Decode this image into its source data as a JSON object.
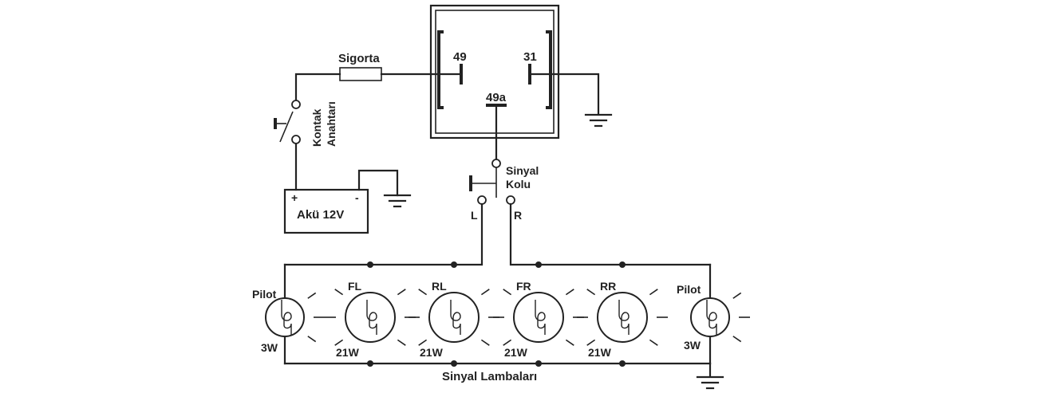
{
  "flasher": {
    "term_49": "49",
    "term_31": "31",
    "term_49a": "49a"
  },
  "fuse": {
    "label": "Sigorta"
  },
  "ignition_switch": {
    "label_line1": "Kontak",
    "label_line2": "Anahtarı"
  },
  "battery": {
    "label": "Akü 12V",
    "plus": "+",
    "minus": "-"
  },
  "signal_switch": {
    "label_line1": "Sinyal",
    "label_line2": "Kolu",
    "left": "L",
    "right": "R"
  },
  "lamps": [
    {
      "name": "Pilot",
      "power": "3W"
    },
    {
      "name": "FL",
      "power": "21W"
    },
    {
      "name": "RL",
      "power": "21W"
    },
    {
      "name": "FR",
      "power": "21W"
    },
    {
      "name": "RR",
      "power": "21W"
    },
    {
      "name": "Pilot",
      "power": "3W"
    }
  ],
  "footer": {
    "label": "Sinyal Lambaları"
  }
}
